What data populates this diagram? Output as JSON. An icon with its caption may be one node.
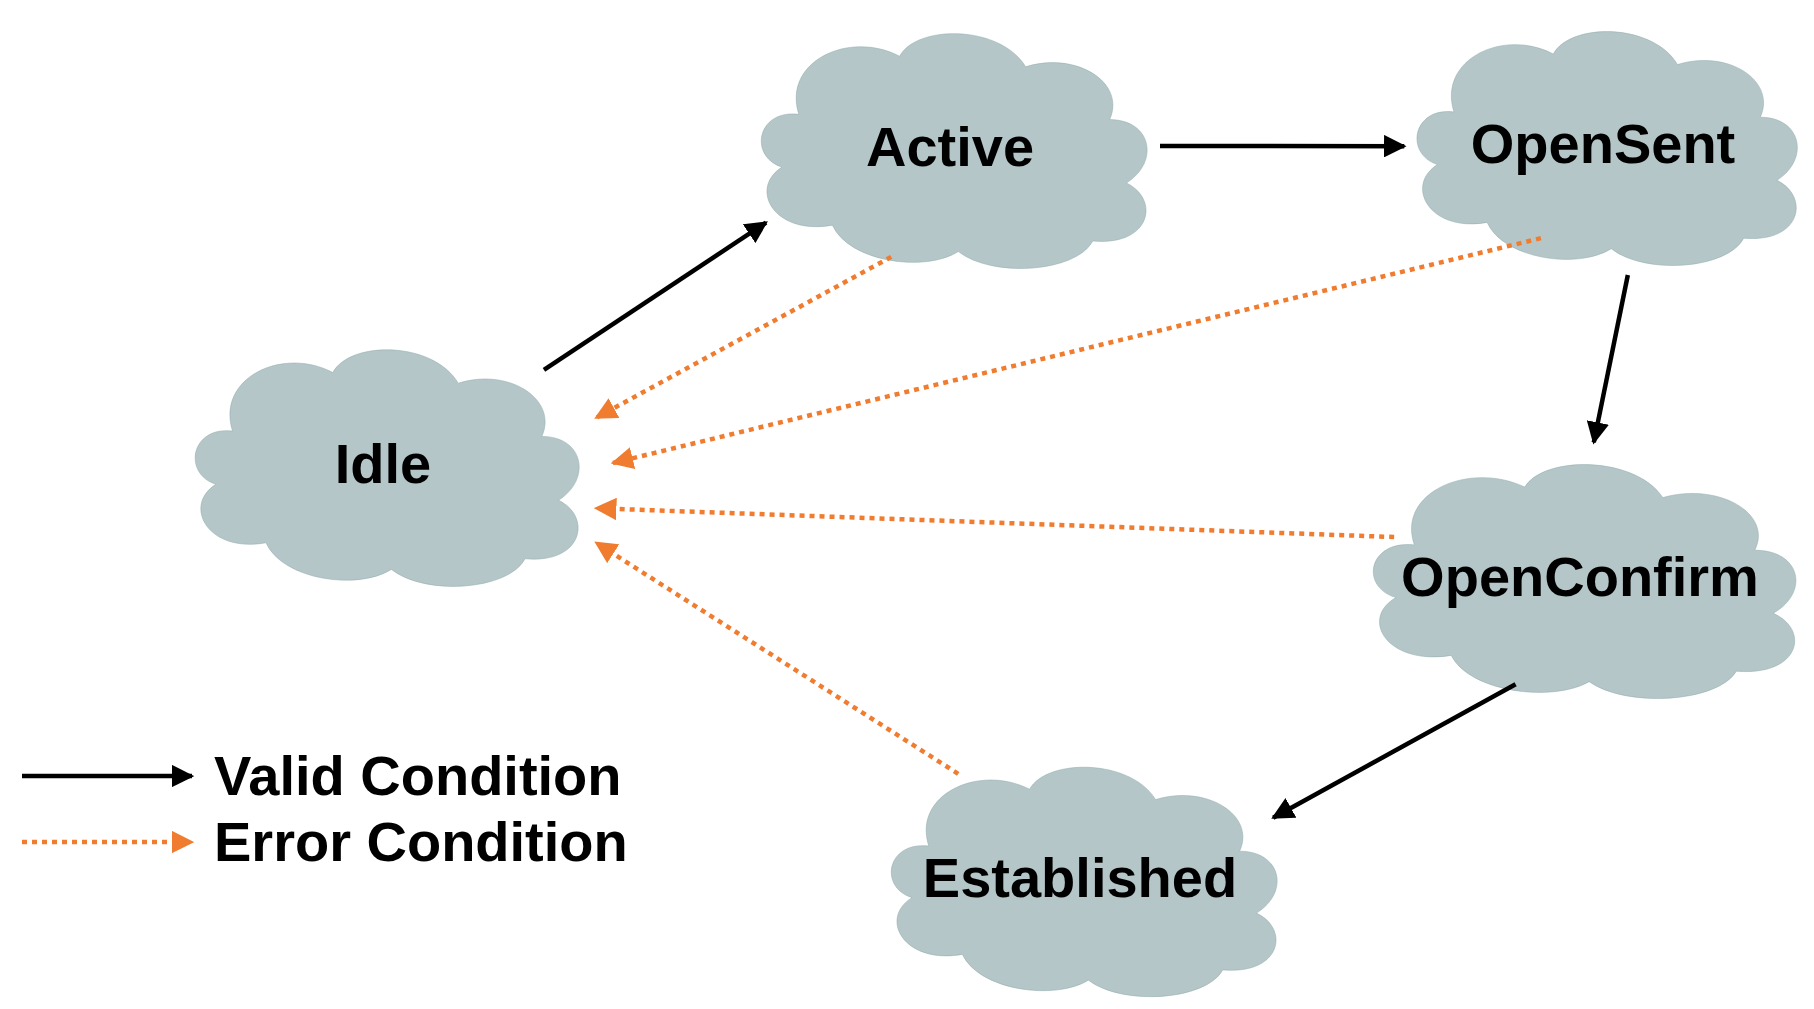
{
  "diagram": {
    "nodes": [
      {
        "text": [
          "Idle"
        ]
      },
      {
        "text": [
          "Active"
        ]
      },
      {
        "text": [
          "OpenSent"
        ]
      },
      {
        "text": [
          "OpenConfirm"
        ]
      },
      {
        "text": [
          "Established"
        ]
      }
    ],
    "edges": [
      {
        "from": 0,
        "to": 1,
        "arrow": "to"
      },
      {
        "from": 1,
        "to": 2,
        "arrow": "to"
      },
      {
        "from": 2,
        "to": 3,
        "arrow": "to"
      },
      {
        "from": 3,
        "to": 4,
        "arrow": "to"
      },
      {
        "from": 1,
        "to": 0,
        "arrow": "to",
        "style": "dashed",
        "color": "#f07c30"
      },
      {
        "from": 2,
        "to": 0,
        "arrow": "to",
        "style": "dashed",
        "color": "#f07c30"
      },
      {
        "from": 3,
        "to": 0,
        "arrow": "to",
        "style": "dashed",
        "color": "#f07c30"
      },
      {
        "from": 4,
        "to": 0,
        "arrow": "to",
        "style": "dashed",
        "color": "#f07c30"
      }
    ],
    "legend": [
      {
        "text": "Valid Condition"
      },
      {
        "text": "Error Condition"
      }
    ]
  }
}
